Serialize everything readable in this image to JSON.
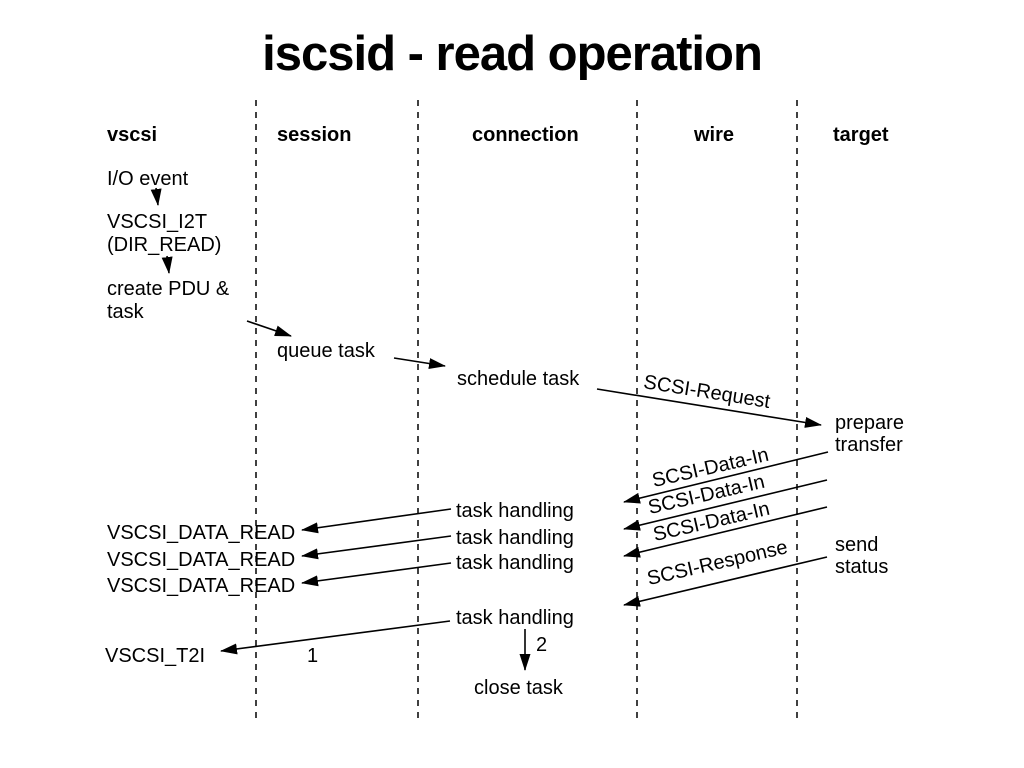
{
  "colors": {
    "ink": "#000000",
    "background": "#ffffff"
  },
  "title": "iscsid - read operation",
  "lanes": [
    {
      "label": "vscsi"
    },
    {
      "label": "session"
    },
    {
      "label": "connection"
    },
    {
      "label": "wire"
    },
    {
      "label": "target"
    }
  ],
  "vscsi_column": {
    "io_event": "I/O event",
    "i2t_call": "VSCSI_I2T",
    "i2t_arg": "(DIR_READ)",
    "create_pdu": "create PDU &",
    "create_pdu_cont": "task",
    "data_read_calls": [
      "VSCSI_DATA_READ",
      "VSCSI_DATA_READ",
      "VSCSI_DATA_READ"
    ],
    "t2i_call": "VSCSI_T2I"
  },
  "session_column": {
    "queue_task": "queue task"
  },
  "connection_column": {
    "schedule_task": "schedule task",
    "task_handling": [
      "task handling",
      "task handling",
      "task handling",
      "task handling"
    ],
    "close_task": "close task"
  },
  "wire_messages": {
    "request": "SCSI-Request",
    "data_in": [
      "SCSI-Data-In",
      "SCSI-Data-In",
      "SCSI-Data-In"
    ],
    "response": "SCSI-Response"
  },
  "target_column": {
    "prepare": "prepare",
    "prepare_cont": "transfer",
    "send": "send",
    "send_cont": "status"
  },
  "step_numbers": {
    "one": "1",
    "two": "2"
  }
}
